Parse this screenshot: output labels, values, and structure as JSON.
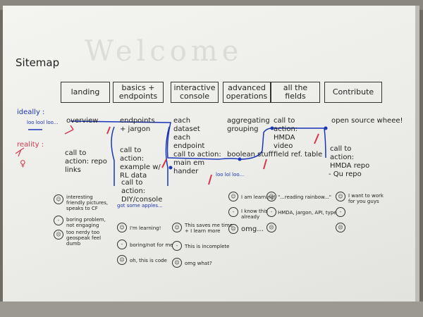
{
  "title": "Sitemap",
  "sections": [
    "landing",
    "basics + endpoints",
    "interactive console",
    "advanced operations",
    "all the fields",
    "Contribute"
  ],
  "left_labels": {
    "ideally": "ideally :",
    "ideally_bubble": "loo lool loo...",
    "reality": "reality :"
  },
  "flow": {
    "overview": "overview",
    "endpoints": "endpoints + jargon",
    "each_dataset": "each dataset each endpoint",
    "aggregating": "aggregating grouping",
    "call_action_hmda": "call to action: HMDA video",
    "open_source": "open source wheee!",
    "call_action_repo": "call to action: repo links",
    "call_action_example": "call to action: example w/ RL data",
    "call_action_main": "call to action: main em hander",
    "boolean": "boolean stuff",
    "field_ref": "field ref. table",
    "call_action_hmda_repo": "call to action: HMDA repo",
    "cu_repo": "- Qu repo",
    "call_action_diy": "call to action: DIY/console",
    "loo_note": "loo lol loo...",
    "got_some_apples": "got some apples..."
  },
  "col1_notes": [
    "interesting friendly pictures, speaks to CF",
    "boring problem, not engaging",
    "too nerdy too geospeak feel dumb"
  ],
  "col2_notes": [
    "I'm learning!",
    "boring/not for me",
    "oh, this is code"
  ],
  "col3_notes": [
    "This saves me time + I learn more",
    "This is incomplete",
    "omg what?"
  ],
  "col4_notes": [
    "I am learning!",
    "I know this already",
    "omg..."
  ],
  "col5_notes": [
    "\"...reading rainbow...\"",
    "HMDA, jargon, API, type"
  ],
  "col6_notes": [
    "I want to work for you guys"
  ],
  "colors": {
    "marker_black": "#222222",
    "marker_blue": "#1a35b8",
    "marker_red": "#d23a4c"
  }
}
